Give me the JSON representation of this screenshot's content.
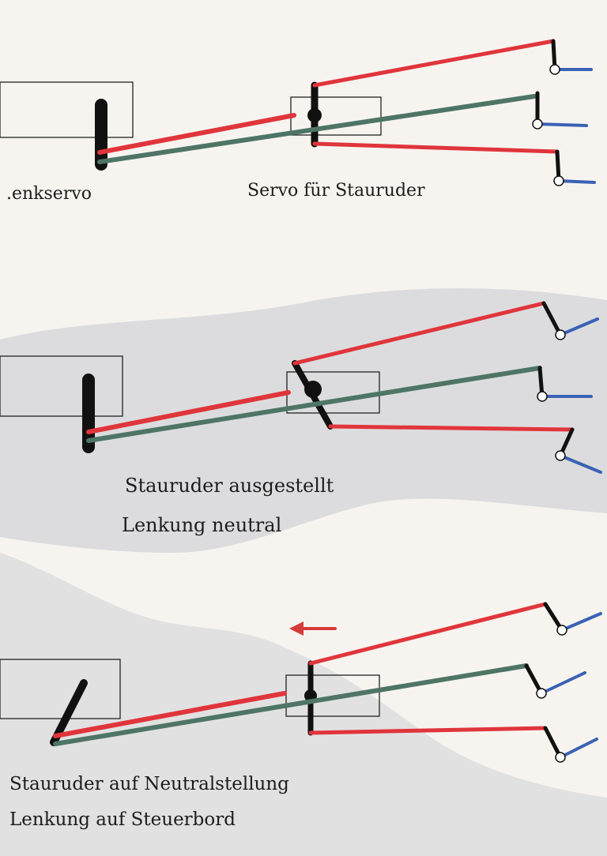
{
  "colors": {
    "paper": "#f7f4f0",
    "shadow": "#c7c9d0",
    "red_rod": "#e0353b",
    "green_rod": "#4e7566",
    "blue_rudder": "#3a62b4",
    "black": "#111111",
    "box_outline": "#222222",
    "arrow": "#d63a3a"
  },
  "labels": {
    "panel1": {
      "left_caption": ".enkservo",
      "center_caption": "Servo für Stauruder"
    },
    "panel2": {
      "line1": "Stauruder ausgestellt",
      "line2": "Lenkung neutral"
    },
    "panel3": {
      "line1": "Stauruder auf Neutralstellung",
      "line2": "Lenkung auf Steuerbord"
    }
  },
  "panels": [
    {
      "id": "panel-1",
      "steering_servo": "neutral",
      "stauruder_servo": "neutral",
      "arrow": false
    },
    {
      "id": "panel-2",
      "steering_servo": "neutral",
      "stauruder_servo": "deflected",
      "arrow": false
    },
    {
      "id": "panel-3",
      "steering_servo": "starboard",
      "stauruder_servo": "neutral",
      "arrow": true
    }
  ]
}
